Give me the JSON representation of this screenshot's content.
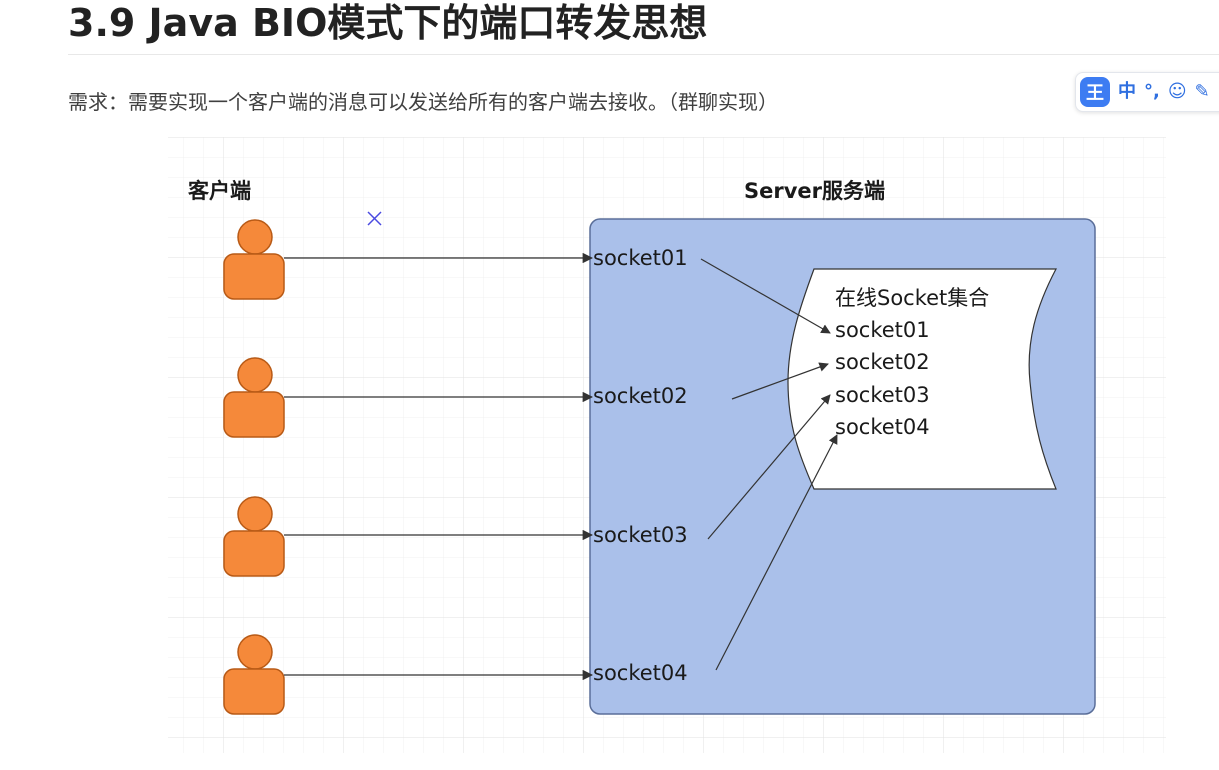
{
  "heading": "3.9 Java BIO模式下的端口转发思想",
  "requirement": "需求：需要实现一个客户端的消息可以发送给所有的客户端去接收。（群聊实现）",
  "ime_toolbar": {
    "logo": "王",
    "items": [
      {
        "label": "中",
        "icon": "chinese-mode-icon"
      },
      {
        "label": "°,",
        "icon": "punctuation-icon"
      },
      {
        "label": "☺",
        "icon": "emoji-icon"
      },
      {
        "label": "✎",
        "icon": "pen-icon"
      }
    ]
  },
  "diagram": {
    "client_title": "客户端",
    "server_title": "Server服务端",
    "server_sockets": [
      "socket01",
      "socket02",
      "socket03",
      "socket04"
    ],
    "online_set": {
      "title": "在线Socket集合",
      "items": [
        "socket01",
        "socket02",
        "socket03",
        "socket04"
      ]
    },
    "colors": {
      "person_fill": "#f5893a",
      "person_stroke": "#b85a16",
      "server_fill": "#aac0ea",
      "server_stroke": "#5a6e99",
      "grid": "#e6e6e6",
      "arrow": "#333333",
      "x_mark": "#4a4ae0"
    }
  }
}
